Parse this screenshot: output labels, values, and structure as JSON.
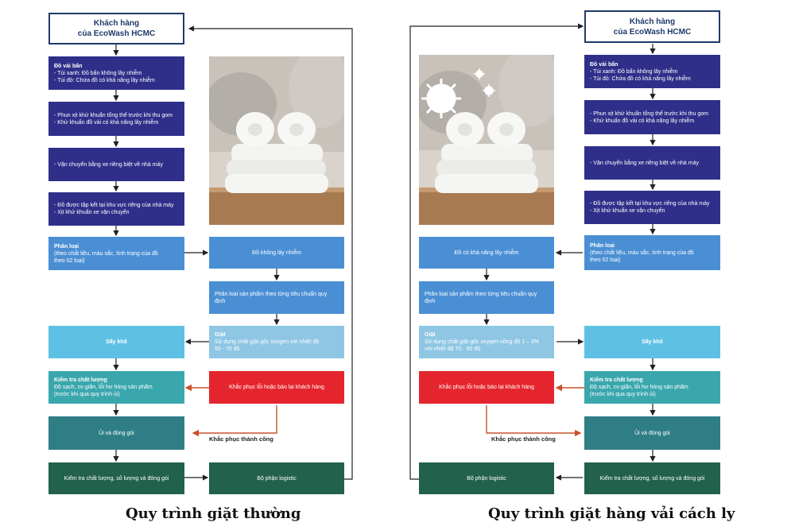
{
  "left": {
    "header": [
      "Khách hàng",
      "của EcoWash HCMC"
    ],
    "s1_title": "Đồ vải bẩn",
    "s1_l1": "- Túi xanh: Đồ bẩn không lây nhiễm",
    "s1_l2": "- Túi đỏ: Chứa đồ có khả năng lây nhiễm",
    "s2_l1": "- Phun xịt khử khuẩn tổng thể trước khi thu gom",
    "s2_l2": "- Khử khuẩn đồ vải có khả năng lây nhiễm",
    "s3": "- Vận chuyển bằng xe riêng biệt về nhà máy",
    "s4_l1": "- Đồ được tập kết tại khu vực riêng của nhà máy",
    "s4_l2": "- Xịt khử khuẩn xe vận chuyển",
    "s5_title": "Phân loại",
    "s5_l1": "(theo chất liệu, màu sắc, tình trạng của đồ",
    "s5_l2": "theo 02 loại)",
    "r1": "Đồ không lây nhiễm",
    "r2": "Phân loại sản phẩm theo từng tiêu chuẩn quy định",
    "r3_title": "Giặt",
    "r3_l1": "Sử dụng chất giặt gốc oxygen với nhiệt độ",
    "r3_l2": "50 - 70 độ",
    "dry": "Sấy khô",
    "qc_title": "Kiểm tra chất lượng",
    "qc_l1": "Độ sạch, co giãn, lỗi hư hỏng sản phẩm",
    "qc_l2": "(trước khi qua quy trình ủi)",
    "fix": "Khắc phục lỗi hoặc báo lại khách hàng",
    "fix_ok": "Khắc phục thành công",
    "iron": "Ủi và đóng gói",
    "final_qc": "Kiểm tra chất lượng, số lượng và đóng gói",
    "logistic": "Bộ phận logistic",
    "caption": "Quy trình giặt thường"
  },
  "right": {
    "header": [
      "Khách hàng",
      "của EcoWash HCMC"
    ],
    "s1_title": "Đồ vải bẩn",
    "s1_l1": "- Túi xanh: Đồ bẩn không lây nhiễm",
    "s1_l2": "- Túi đỏ: Chứa đồ có khả năng lây nhiễm",
    "s2_l1": "- Phun xịt khử khuẩn tổng thể trước khi thu gom",
    "s2_l2": "- Khử khuẩn đồ vải có khả năng lây nhiễm",
    "s3": "- Vận chuyển bằng xe riêng biệt về nhà máy",
    "s4_l1": "- Đồ được tập kết tại khu vực riêng của nhà máy",
    "s4_l2": "- Xịt khử khuẩn xe vận chuyển",
    "s5_title": "Phân loại",
    "s5_l1": "(theo chất liệu, màu sắc, tình trạng của đồ",
    "s5_l2": "theo 02 loại)",
    "r1": "Đồ có khả năng lây nhiễm",
    "r2": "Phân loại sản phẩm theo từng tiêu chuẩn quy định",
    "r3_title": "Giặt",
    "r3_l1": "Sử dụng chất giặt gốc oxygen nồng độ 1 – 3%",
    "r3_l2": "với nhiệt độ 70 - 90 độ",
    "dry": "Sấy khô",
    "qc_title": "Kiểm tra chất lượng",
    "qc_l1": "Độ sạch, co giãn, lỗi hư hỏng sản phẩm",
    "qc_l2": "(trước khi qua quy trình ủi)",
    "fix": "Khắc phục lỗi hoặc báo lại khách hàng",
    "fix_ok": "Khắc phục thành công",
    "iron": "Ủi và đóng gói",
    "final_qc": "Kiểm tra chất lượng, số lượng và đóng gói",
    "logistic": "Bộ phận logistic",
    "caption": "Quy trình giặt hàng vải cách ly"
  },
  "colors": {
    "navy": "#2f2f8a",
    "blue": "#4a8fd4",
    "sky": "#5ec1e4",
    "lightblue": "#8ec6e4",
    "red": "#e5252d",
    "teal": "#3aa7ad",
    "teal_dark": "#2f7e86",
    "green": "#22614b",
    "arrow_red": "#c8522a"
  },
  "images": {
    "left_photo": "folded-towels-photo",
    "right_photo": "folded-towels-with-virus-icons-photo"
  }
}
